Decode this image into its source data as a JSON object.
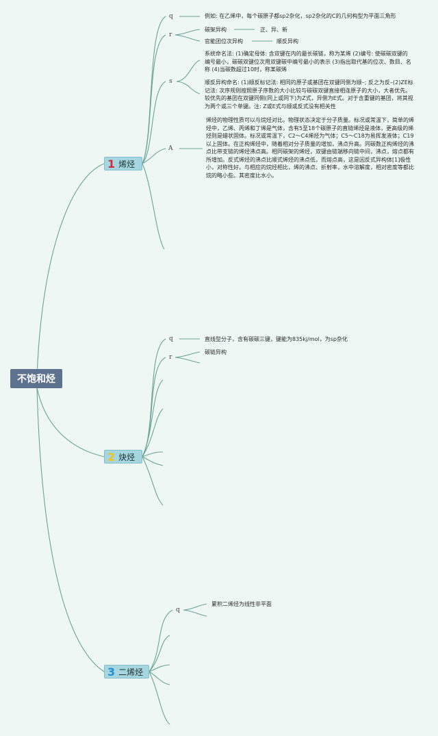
{
  "root": {
    "label": "不饱和烃"
  },
  "branches": [
    {
      "num": "1",
      "label": "烯烃"
    },
    {
      "num": "2",
      "label": "炔烃"
    },
    {
      "num": "3",
      "label": "二烯烃"
    }
  ],
  "alkene": {
    "markers": [
      "q",
      "r",
      "s",
      "A"
    ],
    "q_text": "例如: 在乙烯中，每个碳原子都sp2杂化，sp2杂化的C的几何构型为平面三角形",
    "r_items": [
      {
        "label": "碳架异构",
        "value": "正、异、新"
      },
      {
        "label": "官能团位次异构",
        "value": "顺反异构"
      }
    ],
    "s_texts": [
      "系统命名法: (1)确定母体: 含双键在内的最长碳链，称为某烯 (2)编号: 使碳碳双键的编号最小，碳碳双键位次用双键碳中编号最小的表示 (3)指出取代基的位次、数目、名称 (4)当碳数超过10时，称某碳烯",
      "顺反异构命名: (1)顺反标记法: 相同的原子或基团在双键同侧为顺–; 反之为反–(2)ZE标记法: 次序规则按照原子序数的大小比较与碳碳双键直接相连原子的大小，大者优先。较优先的基团在双键同侧(同上或同下)为Z式，异侧为E式。对于含重键的基团，将其视为两个或三个单键。注: Z或E式与顺或反式没有相关性"
    ],
    "a_text": "烯烃的物理性质可以与烷烃对比。物理状态决定于分子质量。标况或常温下，简单的烯烃中，乙烯、丙烯和丁烯是气体，含有5至18个碳原子的直链烯烃是液体，更高级的烯烃则是蜡状固体。标况或常温下，C2～C4烯烃为气体；C5～C18为易挥发液体；C19以上固体。在正构烯烃中，随着相对分子质量的增加，沸点升高。同碳数正构烯烃的沸点比带支链的烯烃沸点高。相同碳架的烯烃，双键由链端移向链中间，沸点，熔点都有所增加。反式烯烃的沸点比顺式烯烃的沸点低，而熔点高，这是因反式异构体[1]极性小，对称性好。与相应的烷烃相比，烯的沸点、折射率，水中溶解度，相对密度等都比烷的略小些。其密度比水小。"
  },
  "alkyne": {
    "markers": [
      "q",
      "r"
    ],
    "q_text": "直线型分子，含有碳碳三键，键能为835kj/mol，为sp杂化",
    "r_text": "碳链异构"
  },
  "diene": {
    "markers": [
      "q"
    ],
    "q_text": "累积二烯烃为线性非平面"
  },
  "colors": {
    "line": "#6aa394",
    "root_bg": "#5d728f",
    "branch_bg": "#a6d7e1"
  }
}
